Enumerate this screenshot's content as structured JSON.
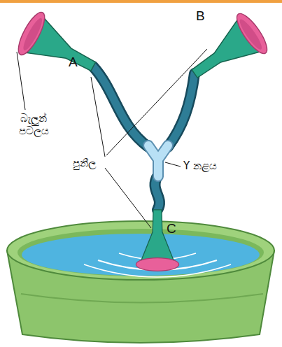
{
  "diagram": {
    "labels": [
      "A",
      "B",
      "C",
      "බැලුන් පටලය",
      "පුනීල",
      "Y නළය"
    ]
  }
}
